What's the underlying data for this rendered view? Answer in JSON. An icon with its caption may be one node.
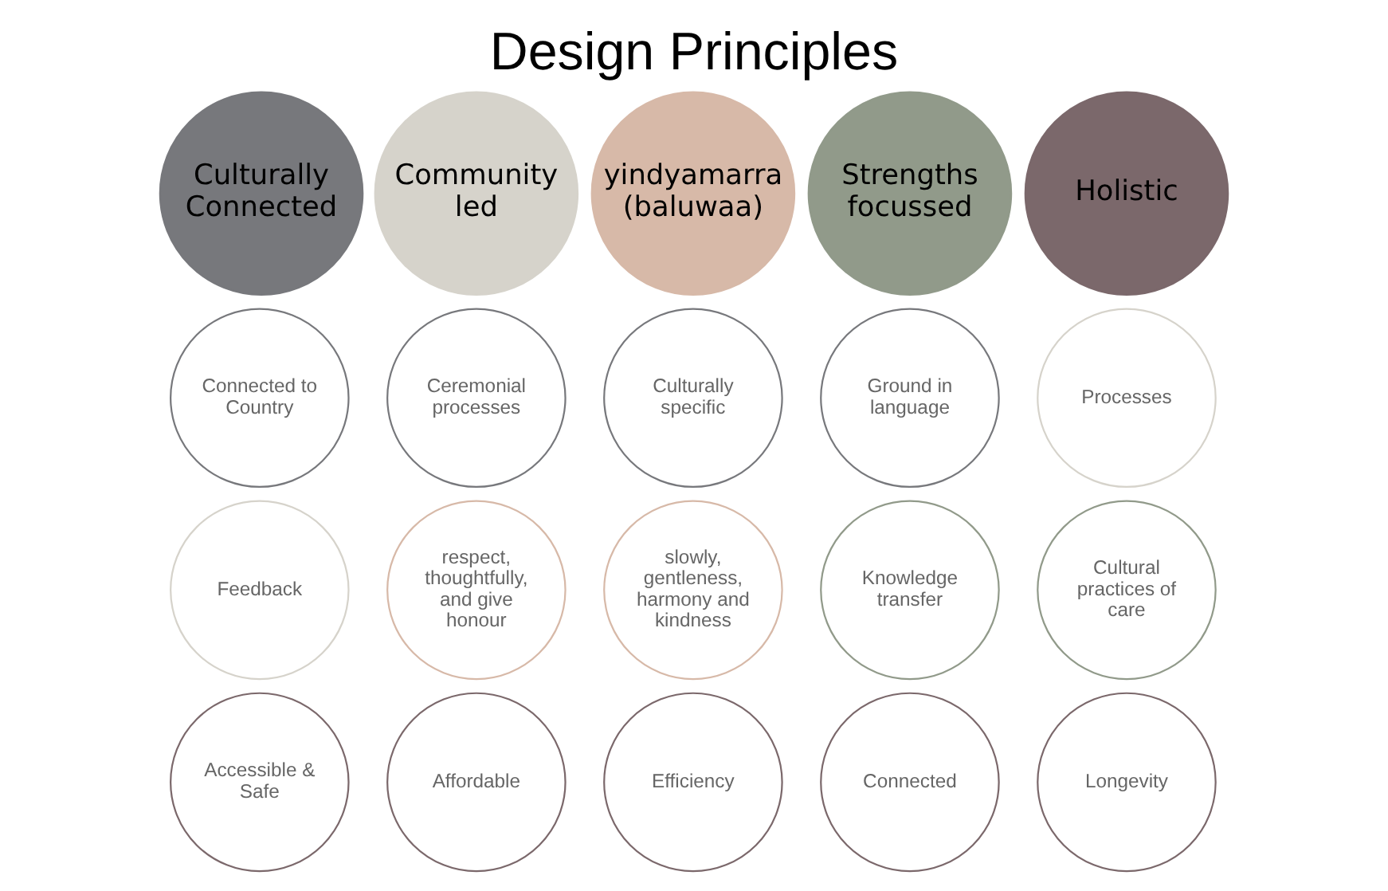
{
  "diagram": {
    "title": "Design Principles",
    "nodes": [
      {
        "text": [
          "Culturally Connected"
        ]
      },
      {
        "text": [
          "Connected to Country"
        ]
      },
      {
        "text": [
          "Ceremonial processes"
        ]
      },
      {
        "text": [
          "Culturally specific"
        ]
      },
      {
        "text": [
          "Ground in language"
        ]
      },
      {
        "text": [
          "Community led"
        ]
      },
      {
        "text": [
          "Processes"
        ]
      },
      {
        "text": [
          "Feedback"
        ]
      },
      {
        "text": [
          "yindyamarra",
          "(baluwaa)"
        ]
      },
      {
        "text": [
          "respect, thoughtfully, and give honour"
        ]
      },
      {
        "text": [
          "slowly, gentleness, harmony and kindness"
        ]
      },
      {
        "text": [
          "Strengths focussed"
        ]
      },
      {
        "text": [
          "Knowledge transfer"
        ]
      },
      {
        "text": [
          "Cultural practices of care"
        ]
      },
      {
        "text": [
          "Holistic"
        ]
      },
      {
        "text": [
          "Accessible & Safe"
        ]
      },
      {
        "text": [
          "Affordable"
        ]
      },
      {
        "text": [
          "Efficiency"
        ]
      },
      {
        "text": [
          "Connected"
        ]
      },
      {
        "text": [
          "Longevity"
        ]
      }
    ],
    "edges": []
  }
}
